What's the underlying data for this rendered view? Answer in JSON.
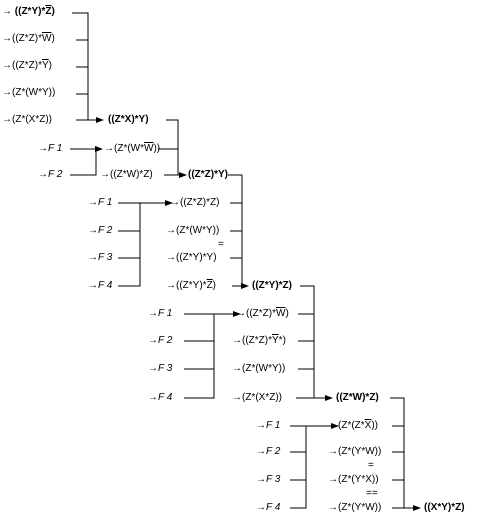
{
  "expressions": [
    {
      "id": "e1",
      "parts": [
        {
          "t": "→ ((Z*Y)*"
        },
        {
          "t": "Z",
          "ol": true
        },
        {
          "t": ")"
        }
      ],
      "bold": true
    },
    {
      "id": "e2",
      "parts": [
        {
          "t": "→((Z*Z)*"
        },
        {
          "t": "W",
          "ol": true
        },
        {
          "t": ")"
        }
      ]
    },
    {
      "id": "e3",
      "parts": [
        {
          "t": "→((Z*Z)*"
        },
        {
          "t": "Y",
          "ol": true
        },
        {
          "t": ")"
        }
      ]
    },
    {
      "id": "e4",
      "parts": [
        {
          "t": "→(Z*(W*Y))"
        }
      ]
    },
    {
      "id": "e5",
      "parts": [
        {
          "t": "→(Z*(X*Z))"
        }
      ]
    },
    {
      "id": "b1",
      "parts": [
        {
          "t": "((Z*X)*Y)"
        }
      ],
      "bold": true
    },
    {
      "id": "f1a",
      "parts": [
        {
          "t": "→"
        },
        {
          "t": "F 1",
          "it": true
        }
      ]
    },
    {
      "id": "f2a",
      "parts": [
        {
          "t": "→"
        },
        {
          "t": "F 2",
          "it": true
        }
      ]
    },
    {
      "id": "r1a",
      "parts": [
        {
          "t": "→(Z*(W*"
        },
        {
          "t": "W",
          "ol": true
        },
        {
          "t": "))"
        }
      ]
    },
    {
      "id": "r2a",
      "parts": [
        {
          "t": "→((Z*W)*Z)"
        }
      ]
    },
    {
      "id": "b2",
      "parts": [
        {
          "t": "((Z*Z)*Y)"
        }
      ],
      "bold": true
    },
    {
      "id": "f1b",
      "parts": [
        {
          "t": "→"
        },
        {
          "t": "F 1",
          "it": true
        }
      ]
    },
    {
      "id": "f2b",
      "parts": [
        {
          "t": "→"
        },
        {
          "t": "F 2",
          "it": true
        }
      ]
    },
    {
      "id": "f3b",
      "parts": [
        {
          "t": "→"
        },
        {
          "t": "F 3",
          "it": true
        }
      ]
    },
    {
      "id": "f4b",
      "parts": [
        {
          "t": "→"
        },
        {
          "t": "F 4",
          "it": true
        }
      ]
    },
    {
      "id": "r1b",
      "parts": [
        {
          "t": "→((Z*Z)*Z)"
        }
      ]
    },
    {
      "id": "r2b",
      "parts": [
        {
          "t": "→(Z*(W*Y))"
        }
      ]
    },
    {
      "id": "eq2b",
      "parts": [
        {
          "t": "="
        }
      ]
    },
    {
      "id": "r3b",
      "parts": [
        {
          "t": "→((Z*Y)*Y)"
        }
      ]
    },
    {
      "id": "r4b",
      "parts": [
        {
          "t": "→((Z*Y)*"
        },
        {
          "t": "Z",
          "ol": true
        },
        {
          "t": ")"
        }
      ]
    },
    {
      "id": "b3",
      "parts": [
        {
          "t": "((Z*Y)*Z)"
        }
      ],
      "bold": true
    },
    {
      "id": "f1c",
      "parts": [
        {
          "t": "→"
        },
        {
          "t": "F 1",
          "it": true
        }
      ]
    },
    {
      "id": "f2c",
      "parts": [
        {
          "t": "→"
        },
        {
          "t": "F 2",
          "it": true
        }
      ]
    },
    {
      "id": "f3c",
      "parts": [
        {
          "t": "→"
        },
        {
          "t": "F 3",
          "it": true
        }
      ]
    },
    {
      "id": "f4c",
      "parts": [
        {
          "t": "→"
        },
        {
          "t": "F 4",
          "it": true
        }
      ]
    },
    {
      "id": "r1c",
      "parts": [
        {
          "t": "→((Z*Z)*"
        },
        {
          "t": "W",
          "ol": true
        },
        {
          "t": ")"
        }
      ]
    },
    {
      "id": "r2c",
      "parts": [
        {
          "t": "→((Z*Z)*"
        },
        {
          "t": "Y",
          "ol": true
        },
        {
          "t": "*)"
        }
      ]
    },
    {
      "id": "r3c",
      "parts": [
        {
          "t": "→(Z*(W*Y))"
        }
      ]
    },
    {
      "id": "r4c",
      "parts": [
        {
          "t": "→(Z*(X*Z))"
        }
      ]
    },
    {
      "id": "b4",
      "parts": [
        {
          "t": "((Z*W)*Z)"
        }
      ],
      "bold": true
    },
    {
      "id": "f1d",
      "parts": [
        {
          "t": "→"
        },
        {
          "t": "F 1",
          "it": true
        }
      ]
    },
    {
      "id": "f2d",
      "parts": [
        {
          "t": "→"
        },
        {
          "t": "F 2",
          "it": true
        }
      ]
    },
    {
      "id": "f3d",
      "parts": [
        {
          "t": "→"
        },
        {
          "t": "F 3",
          "it": true
        }
      ]
    },
    {
      "id": "f4d",
      "parts": [
        {
          "t": "→"
        },
        {
          "t": "F 4",
          "it": true
        }
      ]
    },
    {
      "id": "r1d",
      "parts": [
        {
          "t": "→(Z*(Z*"
        },
        {
          "t": "X",
          "ol": true
        },
        {
          "t": "))"
        }
      ]
    },
    {
      "id": "r2d",
      "parts": [
        {
          "t": "→(Z*(Y*W))"
        }
      ]
    },
    {
      "id": "eq3d",
      "parts": [
        {
          "t": "="
        }
      ]
    },
    {
      "id": "r3d",
      "parts": [
        {
          "t": "→(Z*(Y*X))"
        }
      ]
    },
    {
      "id": "eq4d",
      "parts": [
        {
          "t": "=="
        }
      ]
    },
    {
      "id": "r4d",
      "parts": [
        {
          "t": "→(Z*(Y*W))"
        }
      ]
    },
    {
      "id": "b5",
      "parts": [
        {
          "t": "((X*Y)*Z)"
        }
      ],
      "bold": true
    }
  ]
}
